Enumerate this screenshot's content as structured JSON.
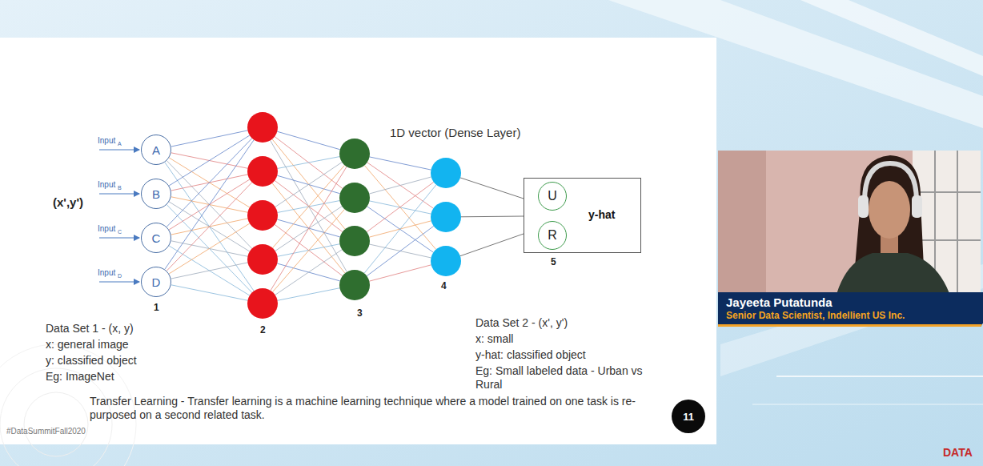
{
  "diagram": {
    "nodes": [
      {
        "text": [
          "A"
        ]
      },
      {
        "text": [
          "B"
        ]
      },
      {
        "text": [
          "C"
        ]
      },
      {
        "text": [
          "D"
        ]
      },
      {
        "text": [
          "y-hat"
        ]
      },
      {
        "text": [
          "U"
        ],
        "in": 4
      },
      {
        "text": [
          "R"
        ],
        "in": 4
      },
      {
        "text": [
          "11"
        ]
      },
      {
        "text": [
          "Jayeeta Putatunda",
          "Senior Data Scientist, Indellient US Inc."
        ]
      }
    ],
    "labels": [
      "(x',y')",
      "Input",
      "A",
      "Input",
      "B",
      "Input",
      "C",
      "Input",
      "D",
      "1D vector (Dense Layer)",
      "1",
      "2",
      "3",
      "4",
      "5",
      "Data Set 1 - (x, y)",
      "x: general image",
      "y: classified object",
      "Eg: ImageNet",
      "Data Set 2 - (x', y')",
      "x: small",
      "y-hat: classified object",
      "Eg: Small labeled data - Urban vs Rural",
      "Transfer Learning - Transfer learning is a machine learning technique where a model trained on one task is re-purposed on a second related task.",
      "#DataSummitFall2020",
      "DATA"
    ]
  }
}
